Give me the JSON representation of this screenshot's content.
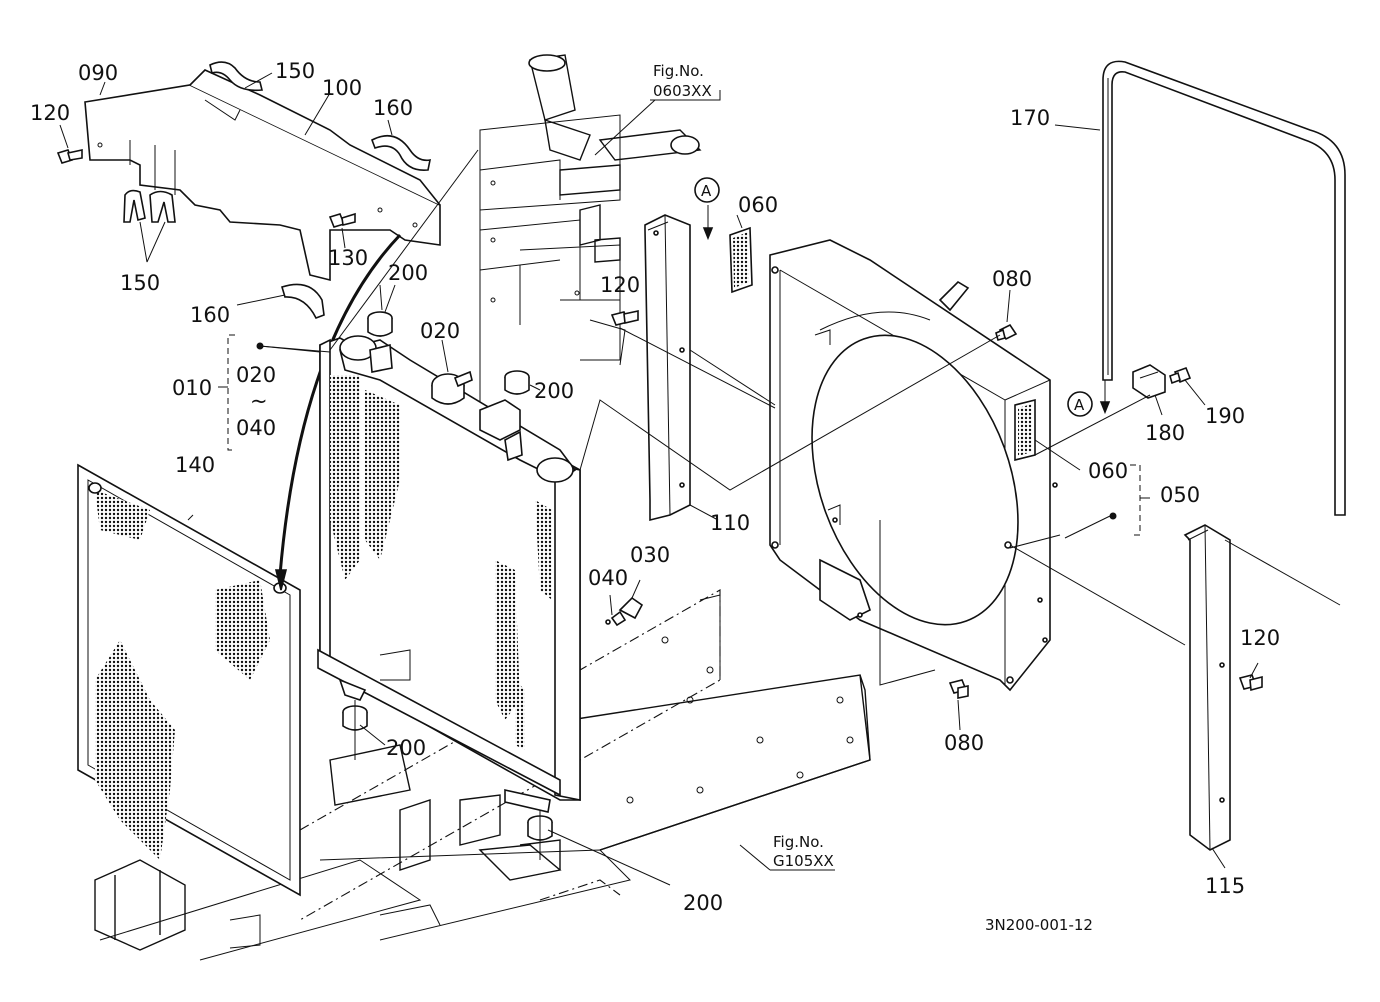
{
  "drawing_id": "3N200-001-12",
  "refs": [
    {
      "id": "ref-0603",
      "line1": "Fig.No.",
      "line2": "0603XX"
    },
    {
      "id": "ref-g105",
      "line1": "Fig.No.",
      "line2": "G105XX"
    }
  ],
  "callout_marker": "A",
  "labels": {
    "p090": "090",
    "p120a": "120",
    "p150a": "150",
    "p100": "100",
    "p160a": "160",
    "p150b": "150",
    "p130": "130",
    "p160b": "160",
    "p200a": "200",
    "p020a": "020",
    "p200b": "200",
    "p010": "010",
    "p020b": "020",
    "p040a": "040",
    "tilde": "~",
    "p140": "140",
    "p120b": "120",
    "p110": "110",
    "p060a": "060",
    "p080a": "080",
    "p060b": "060",
    "p050": "050",
    "p170": "170",
    "p180": "180",
    "p190": "190",
    "p030": "030",
    "p040b": "040",
    "p200c": "200",
    "p080b": "080",
    "p120c": "120",
    "p115": "115",
    "p200d": "200"
  }
}
